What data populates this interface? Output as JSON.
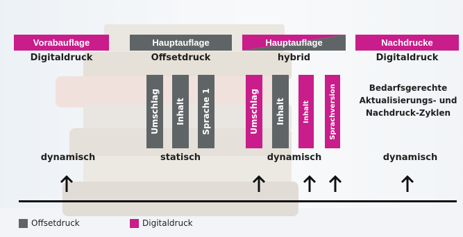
{
  "colors": {
    "offsetdruck": "#5f6566",
    "digitaldruck": "#c81d8a"
  },
  "columns": [
    {
      "header": "Vorabauflage",
      "header_color": "magenta",
      "subtitle": "Digitaldruck",
      "mode": "dynamisch"
    },
    {
      "header": "Hauptauflage",
      "header_color": "grey",
      "subtitle": "Offsetdruck",
      "mode": "statisch"
    },
    {
      "header": "Hauptauflage",
      "header_color": "split",
      "subtitle": "hybrid",
      "mode": "dynamisch"
    },
    {
      "header": "Nachdrucke",
      "header_color": "magenta",
      "subtitle": "Digitaldruck",
      "mode": "dynamisch"
    }
  ],
  "offset_bars": [
    "Umschlag",
    "Inhalt",
    "Sprache 1"
  ],
  "hybrid_bars": [
    {
      "label": "Umschlag",
      "color": "magenta"
    },
    {
      "label": "Inhalt",
      "color": "grey"
    },
    {
      "label": "Inhalt",
      "color": "magenta"
    },
    {
      "label": "Sprachversion",
      "color": "magenta"
    }
  ],
  "nachdruck_description": [
    "Bedarfsgerechte",
    "Aktualisierungs- und",
    "Nachdruck-Zyklen"
  ],
  "legend": [
    {
      "label": "Offsetdruck",
      "color": "grey"
    },
    {
      "label": "Digitaldruck",
      "color": "magenta"
    }
  ]
}
